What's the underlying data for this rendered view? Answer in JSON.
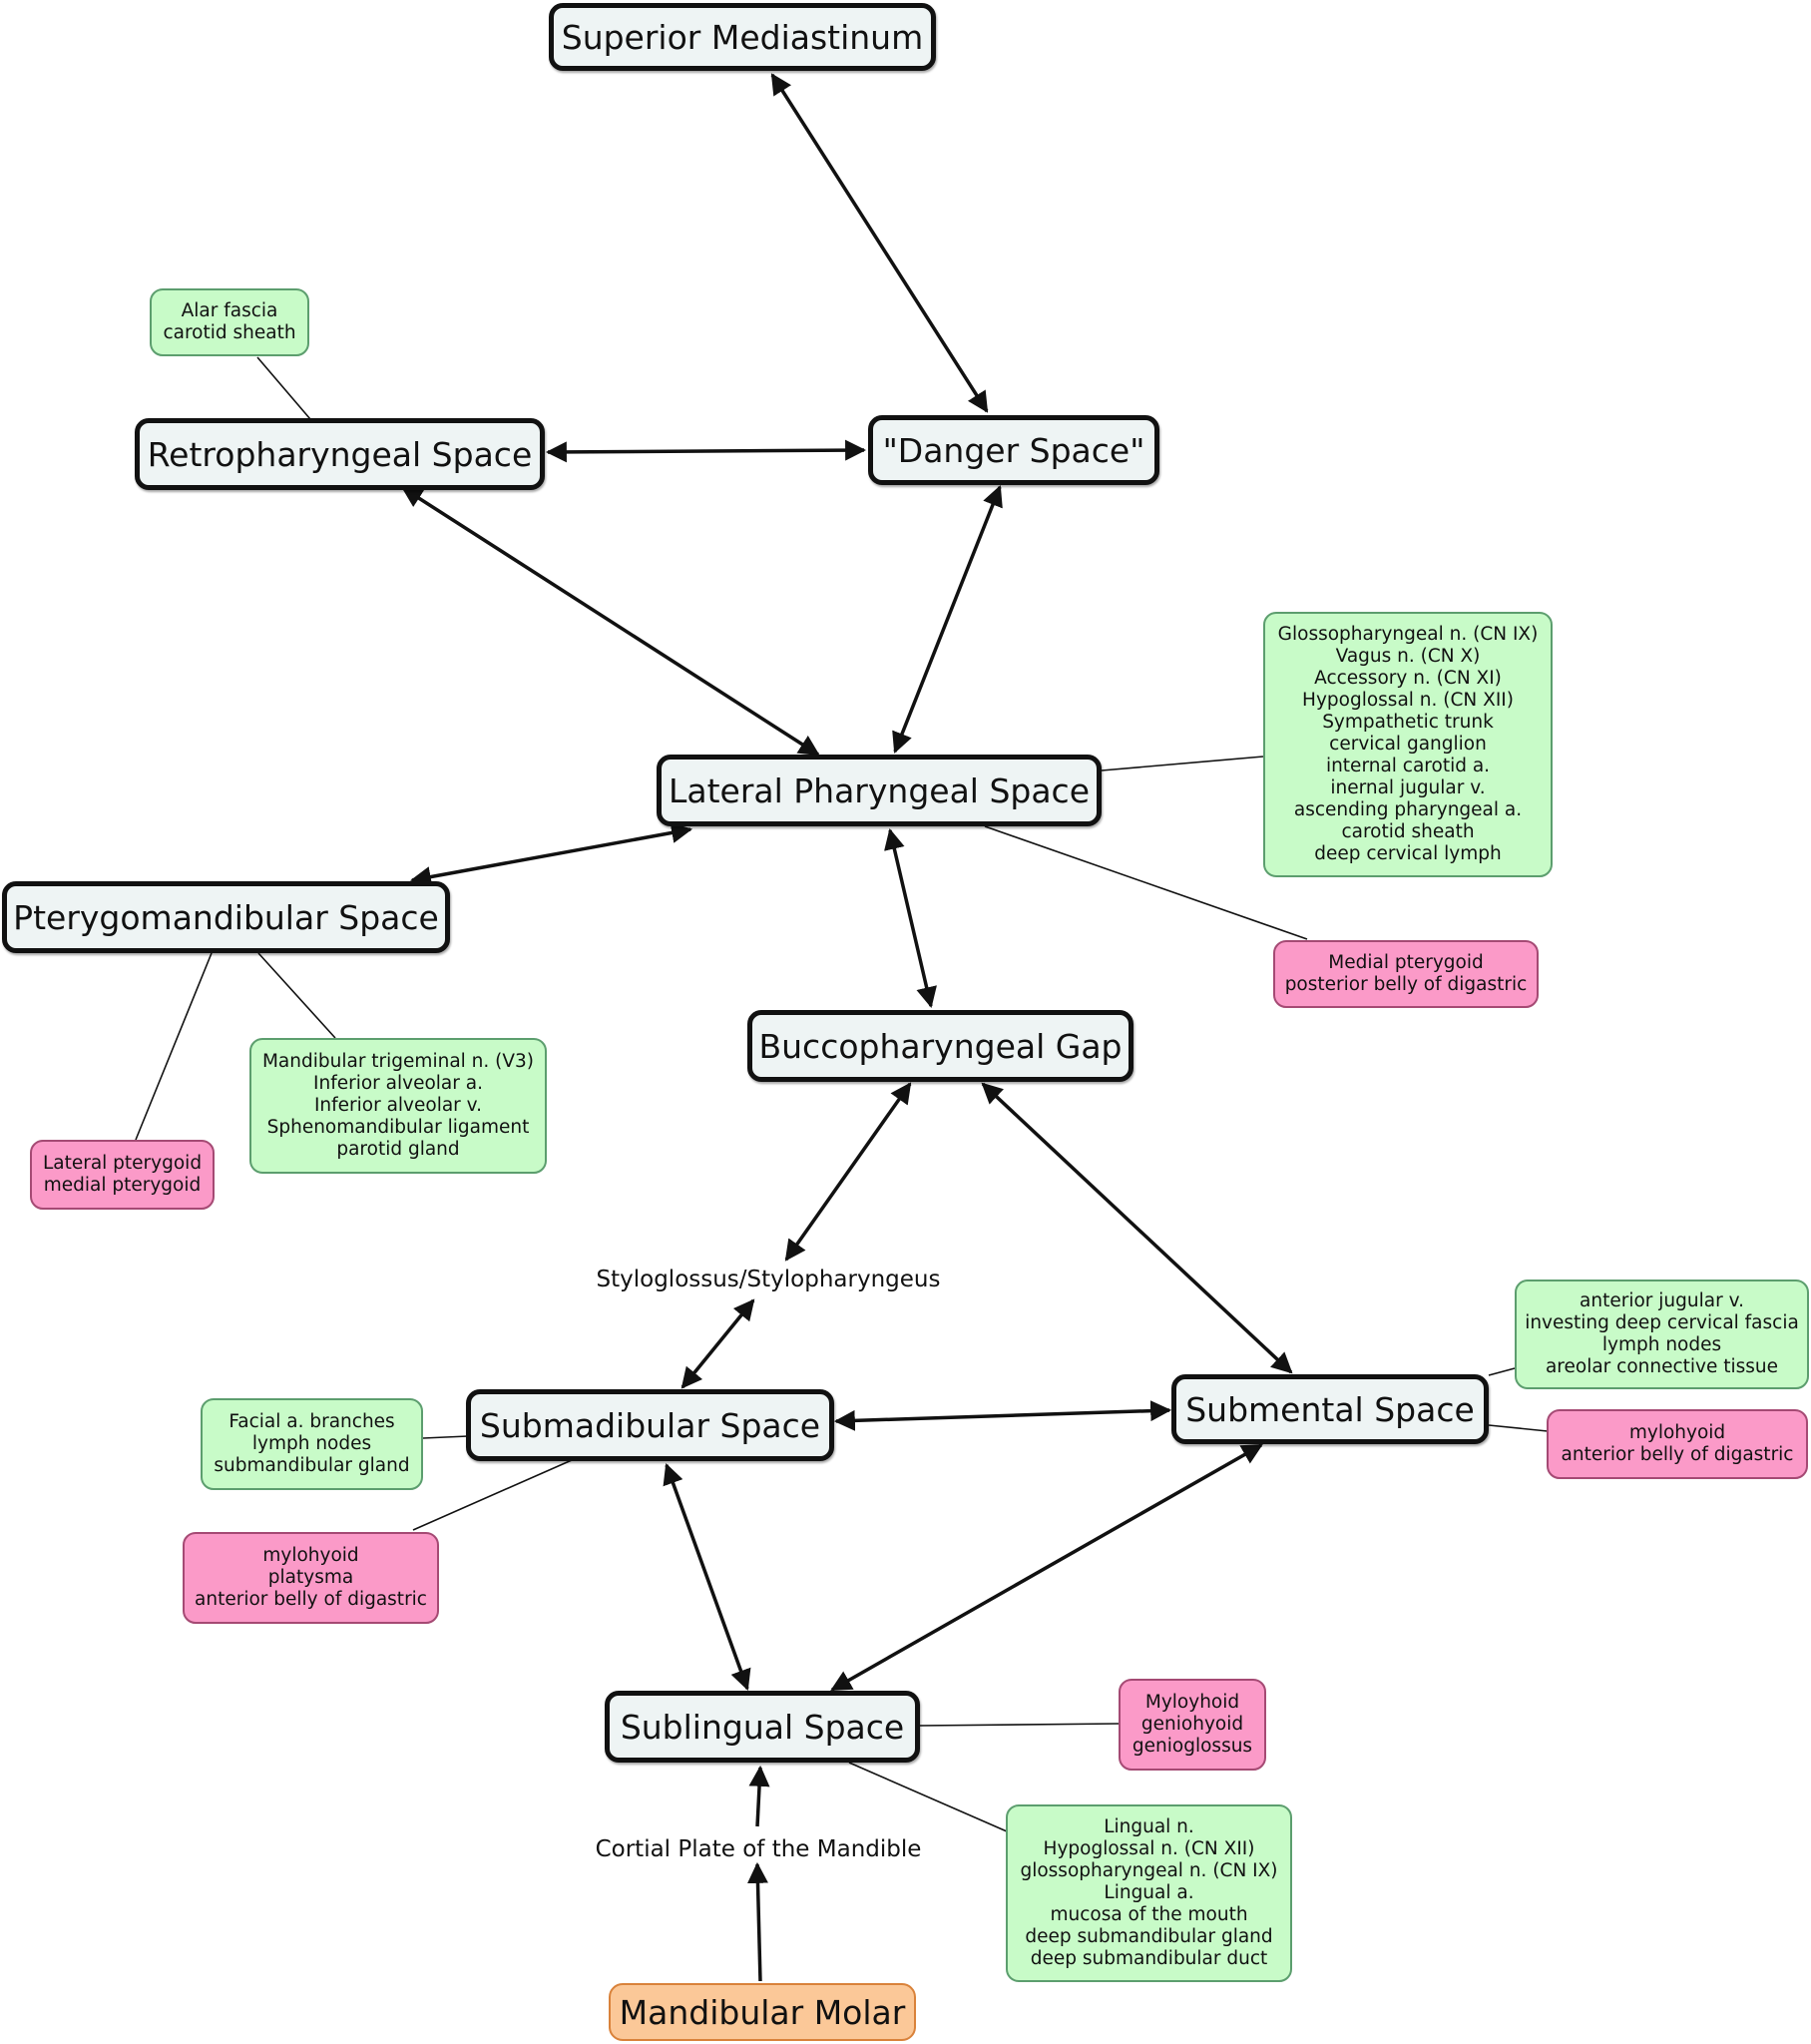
{
  "nodes": {
    "superior_mediastinum": "Superior Mediastinum",
    "danger_space": "\"Danger Space\"",
    "retropharyngeal_space": "Retropharyngeal Space",
    "lateral_pharyngeal_space": "Lateral Pharyngeal Space",
    "pterygomandibular_space": "Pterygomandibular Space",
    "buccopharyngeal_gap": "Buccopharyngeal Gap",
    "submandibular_space": "Submadibular Space",
    "submental_space": "Submental Space",
    "sublingual_space": "Sublingual Space",
    "mandibular_molar": "Mandibular Molar"
  },
  "pathway_labels": {
    "styloglossus": "Styloglossus/Stylopharyngeus",
    "cortical_plate": "Cortial Plate of the Mandible"
  },
  "annotations": {
    "retropharyngeal_contents": [
      "Alar fascia",
      "carotid sheath"
    ],
    "lateral_pharyngeal_contents": [
      "Glossopharyngeal n. (CN IX)",
      "Vagus n. (CN X)",
      "Accessory n. (CN XI)",
      "Hypoglossal n. (CN XII)",
      "Sympathetic trunk",
      "cervical ganglion",
      "internal carotid a.",
      "inernal jugular v.",
      "ascending pharyngeal a.",
      "carotid sheath",
      "deep cervical lymph"
    ],
    "lateral_pharyngeal_muscles": [
      "Medial pterygoid",
      "posterior belly of digastric"
    ],
    "pterygomandibular_contents": [
      "Mandibular trigeminal n. (V3)",
      "Inferior alveolar a.",
      "Inferior alveolar v.",
      "Sphenomandibular ligament",
      "parotid gland"
    ],
    "pterygomandibular_muscles": [
      "Lateral pterygoid",
      "medial pterygoid"
    ],
    "submental_contents": [
      "anterior jugular v.",
      "investing deep cervical fascia",
      "lymph nodes",
      "areolar connective tissue"
    ],
    "submental_muscles": [
      "mylohyoid",
      "anterior belly of digastric"
    ],
    "submandibular_contents": [
      "Facial a. branches",
      "lymph nodes",
      "submandibular gland"
    ],
    "submandibular_muscles": [
      "mylohyoid",
      "platysma",
      "anterior belly of digastric"
    ],
    "sublingual_muscles": [
      "Myloyhoid",
      "geniohyoid",
      "genioglossus"
    ],
    "sublingual_contents": [
      "Lingual n.",
      "Hypoglossal n. (CN XII)",
      "glossopharyngeal n. (CN IX)",
      "Lingual a.",
      "mucosa of the mouth",
      "deep submandibular gland",
      "deep submandibular duct"
    ]
  },
  "colors": {
    "space_fill": "#eef4f4",
    "contents_fill": "#c8fbc8",
    "muscles_fill": "#fb9ac8",
    "origin_fill": "#fbc898",
    "edge": "#111111"
  }
}
